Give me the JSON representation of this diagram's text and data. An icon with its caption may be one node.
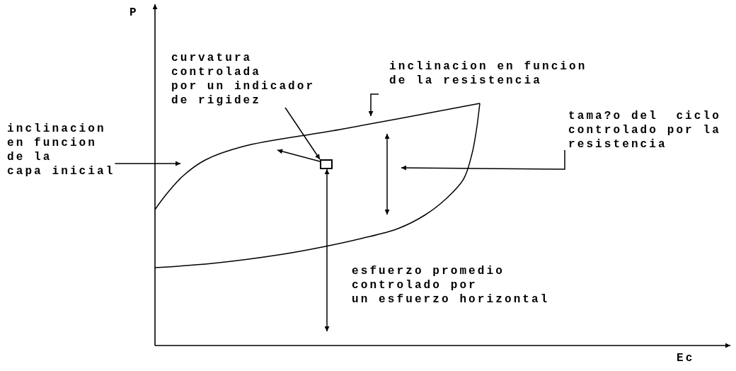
{
  "diagram": {
    "nodes": [
      {
        "text": [
          "curvatura controlada por un indicador de rigidez"
        ]
      },
      {
        "text": [],
        "shape": "box"
      },
      {
        "text": [
          "inclinacion en funcion de la resistencia"
        ]
      },
      {
        "text": [
          "inclinacion en funcion de la capa inicial"
        ]
      },
      {
        "text": [
          "tama?o del  ciclo controlado por la resistencia"
        ]
      }
    ],
    "edges": [
      {
        "from": 0,
        "to": 1,
        "arrow": "to"
      },
      {
        "from": 1,
        "to": null,
        "arrow": "to"
      },
      {
        "from": 1,
        "to": null,
        "arrow": "both"
      },
      {
        "from": 2,
        "to": null,
        "arrow": "to"
      },
      {
        "from": 3,
        "to": null,
        "arrow": "to"
      },
      {
        "from": 4,
        "to": null,
        "arrow": "to"
      }
    ],
    "labels": [
      "P",
      "esfuerzo promedio controlado por un esfuerzo horizontal",
      "Ec"
    ]
  }
}
